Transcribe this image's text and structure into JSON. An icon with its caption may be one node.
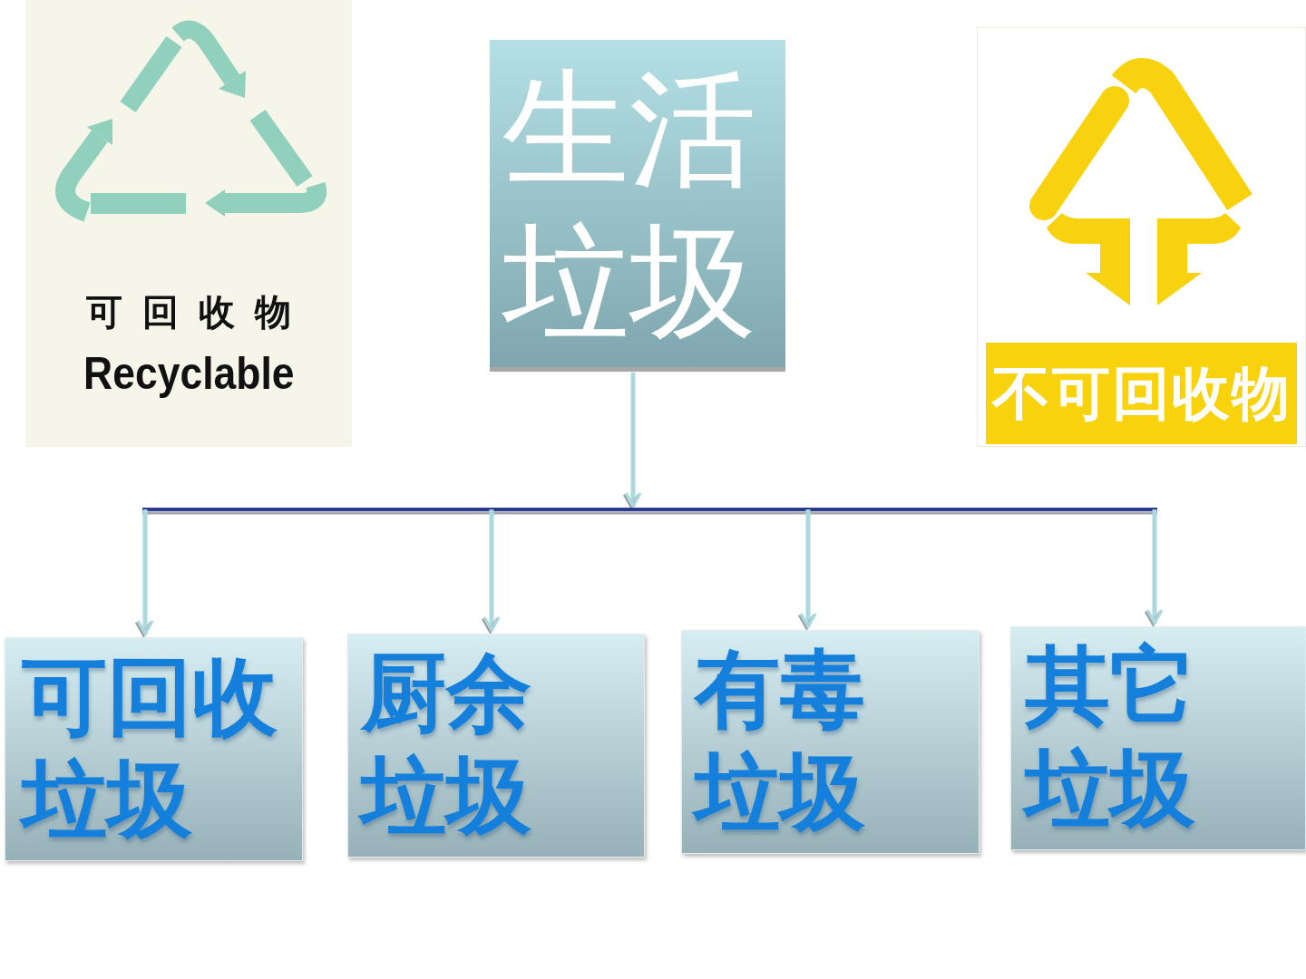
{
  "diagram": {
    "nodes": [
      {
        "text": [
          "可回收物",
          "Recyclable"
        ]
      },
      {
        "text": [
          "生活垃圾"
        ]
      },
      {
        "text": [
          "不可回收物"
        ]
      },
      {
        "text": [
          "可回收垃圾"
        ]
      },
      {
        "text": [
          "厨余垃圾"
        ]
      },
      {
        "text": [
          "有毒垃圾"
        ]
      },
      {
        "text": [
          "其它垃圾"
        ]
      }
    ],
    "edges": [
      {
        "from": 1,
        "to": 3,
        "arrow": "to"
      },
      {
        "from": 1,
        "to": 4,
        "arrow": "to"
      },
      {
        "from": 1,
        "to": 5,
        "arrow": "to"
      },
      {
        "from": 1,
        "to": 6,
        "arrow": "to"
      }
    ]
  }
}
